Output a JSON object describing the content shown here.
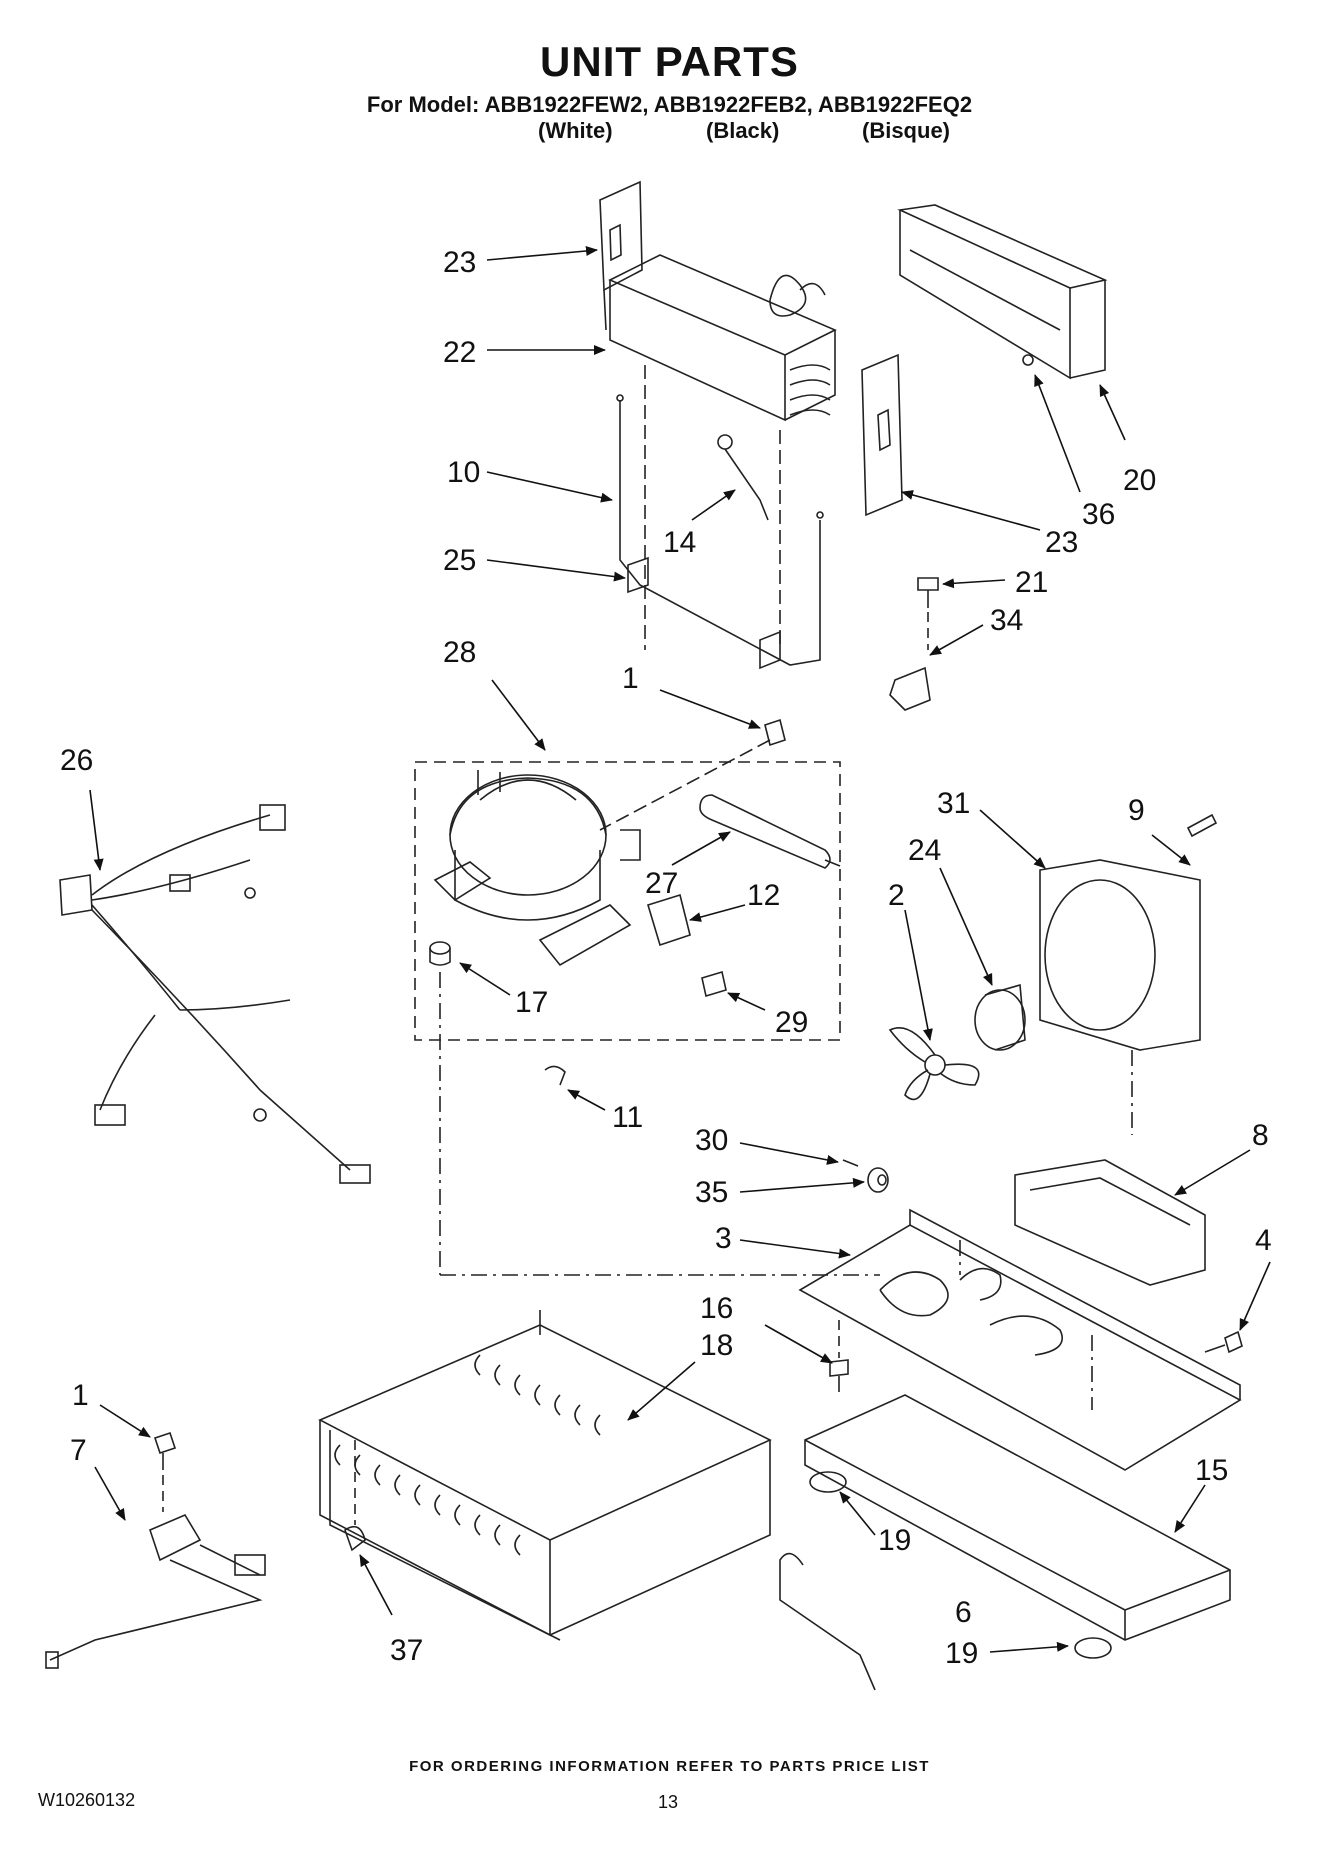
{
  "header": {
    "title": "UNIT PARTS",
    "model_line": "For Model: ABB1922FEW2, ABB1922FEB2, ABB1922FEQ2",
    "colors": [
      "(White)",
      "(Black)",
      "(Bisque)"
    ]
  },
  "callouts": {
    "c23a": "23",
    "c22": "22",
    "c10": "10",
    "c14": "14",
    "c25": "25",
    "c20": "20",
    "c36": "36",
    "c23b": "23",
    "c21": "21",
    "c34": "34",
    "c28": "28",
    "c1a": "1",
    "c26": "26",
    "c27": "27",
    "c12": "12",
    "c17": "17",
    "c29": "29",
    "c31": "31",
    "c9": "9",
    "c24": "24",
    "c2": "2",
    "c11": "11",
    "c30": "30",
    "c35": "35",
    "c8": "8",
    "c3": "3",
    "c4": "4",
    "c16": "16",
    "c18": "18",
    "c1b": "1",
    "c7": "7",
    "c15": "15",
    "c19a": "19",
    "c6": "6",
    "c19b": "19",
    "c37": "37"
  },
  "footer": {
    "note": "FOR ORDERING INFORMATION REFER TO PARTS PRICE LIST",
    "doc_number": "W10260132",
    "page": "13"
  }
}
